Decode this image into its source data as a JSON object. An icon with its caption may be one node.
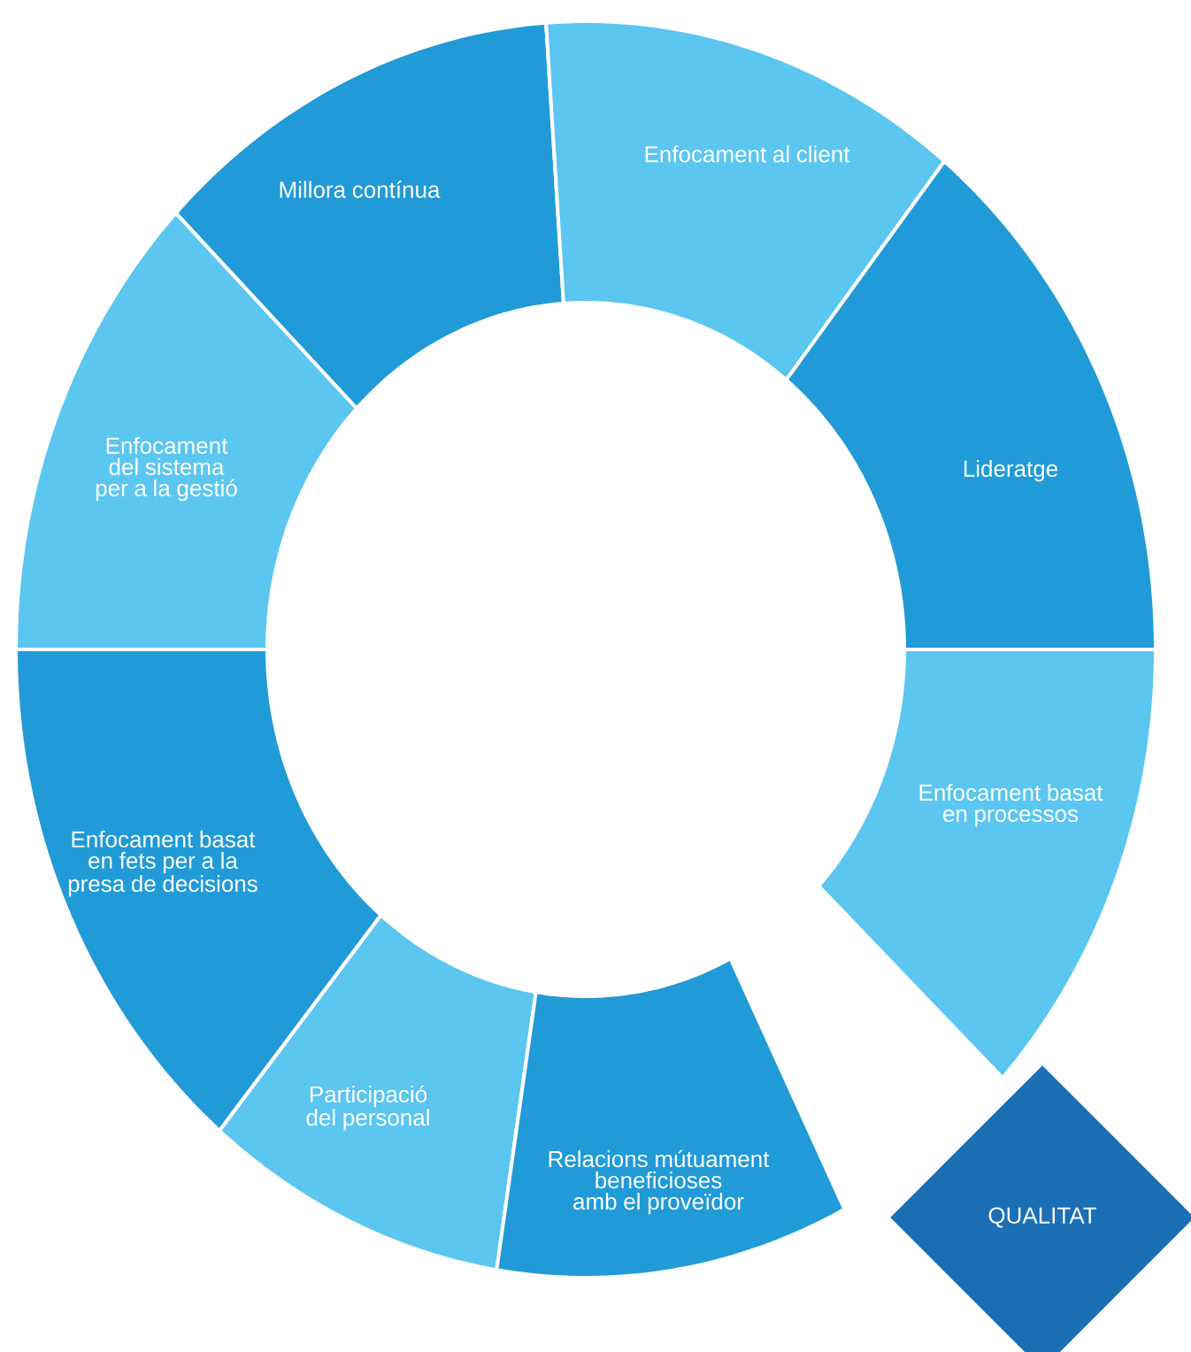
{
  "diagram": {
    "nodes": [
      {
        "text": [
          "Millora contínua"
        ]
      },
      {
        "text": [
          "Enfocament al client"
        ]
      },
      {
        "text": [
          "Enfocament del sistema per a la gestió"
        ]
      },
      {
        "text": [
          "Lideratge"
        ]
      },
      {
        "text": [
          "Enfocament basat en processos"
        ]
      },
      {
        "text": [
          "Enfocament basat en fets per a la presa de decisions"
        ]
      },
      {
        "text": [
          "Participació del personal"
        ]
      },
      {
        "text": [
          "Relacions mútuament beneficioses amb el proveïdor"
        ]
      },
      {
        "text": [
          "QUALITAT"
        ]
      }
    ]
  }
}
